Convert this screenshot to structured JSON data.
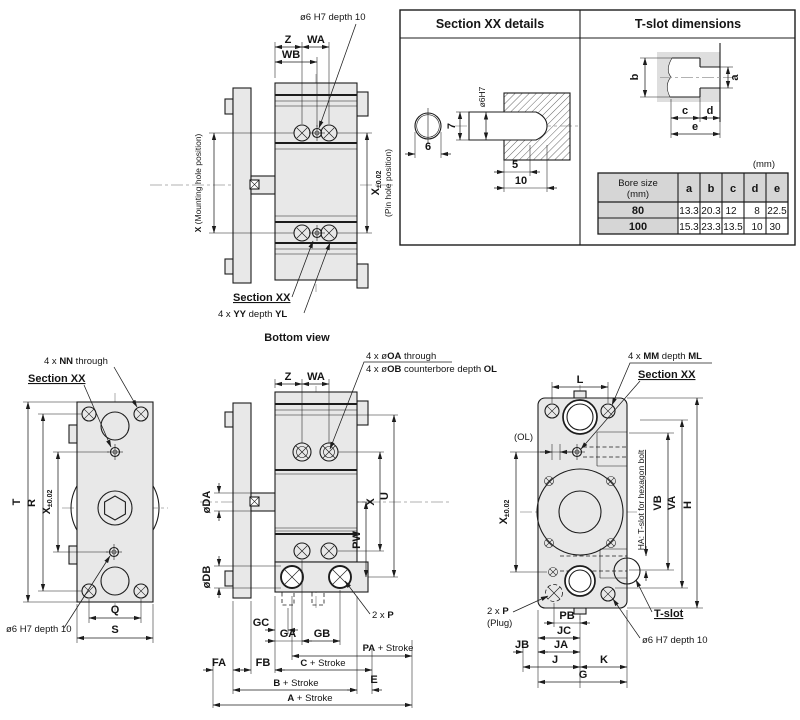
{
  "page": {
    "background": "#ffffff",
    "line_color": "#1c1c1c",
    "body_fill": "#e8e8e8",
    "table_header_fill": "#d6d6d6",
    "centerline_color": "#999999"
  },
  "captions": {
    "bottom_view": "Bottom view"
  },
  "top_left": {
    "note_pin": "ø6 H7 depth 10",
    "dim_z": "Z",
    "dim_wa": "WA",
    "dim_wb": "WB",
    "x_mount_parts": [
      {
        "t": "X ",
        "b": true
      },
      {
        "t": "(Mounting hole position)"
      }
    ],
    "x_pin_parts": [
      {
        "t": "X",
        "b": true
      },
      {
        "t": "±0.02",
        "s": true
      }
    ],
    "pin_hole_position": "(Pin hole position)",
    "section_xx": "Section XX",
    "yy_note_parts": [
      {
        "t": "4 x "
      },
      {
        "t": "YY",
        "b": true
      },
      {
        "t": " depth "
      },
      {
        "t": "YL",
        "b": true
      }
    ]
  },
  "panel": {
    "left_title": "Section XX details",
    "right_title": "T-slot dimensions",
    "pin_front_dia": "6",
    "pin_dia_label": "ø6H7",
    "pin_height": "7",
    "hole_depth_5": "5",
    "hole_depth_10": "10",
    "tslot": {
      "a": "a",
      "b": "b",
      "c": "c",
      "d": "d",
      "e": "e"
    },
    "unit_note": "(mm)",
    "table": {
      "bore_header_1": "Bore size",
      "bore_header_2": "(mm)",
      "cols": [
        "a",
        "b",
        "c",
        "d",
        "e"
      ],
      "rows": [
        {
          "bore": "80",
          "values": [
            "13.3",
            "20.3",
            "12",
            "8",
            "22.5"
          ]
        },
        {
          "bore": "100",
          "values": [
            "15.3",
            "23.3",
            "13.5",
            "10",
            "30"
          ]
        }
      ]
    }
  },
  "bottom_left": {
    "nn_note_parts": [
      {
        "t": "4 x "
      },
      {
        "t": "NN",
        "b": true
      },
      {
        "t": " through"
      }
    ],
    "section_xx": "Section XX",
    "dim_t": "T",
    "dim_r": "R",
    "x_tol_parts": [
      {
        "t": "X",
        "b": true
      },
      {
        "t": "±0.02",
        "s": true
      }
    ],
    "note_pin": "ø6 H7 depth 10",
    "dim_q": "Q",
    "dim_s": "S"
  },
  "bottom_middle": {
    "dim_z": "Z",
    "dim_wa": "WA",
    "oa_note_parts": [
      {
        "t": "4 x ø"
      },
      {
        "t": "OA",
        "b": true
      },
      {
        "t": " through"
      }
    ],
    "ob_note_parts": [
      {
        "t": "4 x ø"
      },
      {
        "t": "OB",
        "b": true
      },
      {
        "t": " counterbore depth "
      },
      {
        "t": "OL",
        "b": true
      }
    ],
    "dia_da_parts": [
      {
        "t": "ø"
      },
      {
        "t": "DA",
        "b": true
      }
    ],
    "dia_db_parts": [
      {
        "t": "ø"
      },
      {
        "t": "DB",
        "b": true
      }
    ],
    "dim_x": "X",
    "dim_u": "U",
    "dim_pw": "PW",
    "dim_gc": "GC",
    "dim_ga": "GA",
    "dim_gb": "GB",
    "p_note_parts": [
      {
        "t": "2 x "
      },
      {
        "t": "P",
        "b": true
      }
    ],
    "pa_parts": [
      {
        "t": "PA",
        "b": true
      },
      {
        "t": " + Stroke"
      }
    ],
    "dim_fa": "FA",
    "dim_fb": "FB",
    "c_parts": [
      {
        "t": "C",
        "b": true
      },
      {
        "t": " + Stroke"
      }
    ],
    "b_parts": [
      {
        "t": "B",
        "b": true
      },
      {
        "t": " + Stroke"
      }
    ],
    "dim_e": "E",
    "a_parts": [
      {
        "t": "A",
        "b": true
      },
      {
        "t": " + Stroke"
      }
    ]
  },
  "bottom_right": {
    "mm_note_parts": [
      {
        "t": "4 x "
      },
      {
        "t": "MM",
        "b": true
      },
      {
        "t": " depth "
      },
      {
        "t": "ML",
        "b": true
      }
    ],
    "section_xx": "Section XX",
    "dim_l": "L",
    "ol_note": "(OL)",
    "x_tol_parts": [
      {
        "t": "X",
        "b": true
      },
      {
        "t": "±0.02",
        "s": true
      }
    ],
    "ha_note": "HA: T-slot for hexagon bolt",
    "dim_vb": "VB",
    "dim_va": "VA",
    "dim_h": "H",
    "tslot_label": "T-slot",
    "note_pin": "ø6 H7 depth 10",
    "p_note_parts": [
      {
        "t": "2 x "
      },
      {
        "t": "P",
        "b": true
      }
    ],
    "plug_note": "(Plug)",
    "dim_pb": "PB",
    "dim_jc": "JC",
    "dim_jb": "JB",
    "dim_ja": "JA",
    "dim_j": "J",
    "dim_k": "K",
    "dim_g": "G"
  }
}
